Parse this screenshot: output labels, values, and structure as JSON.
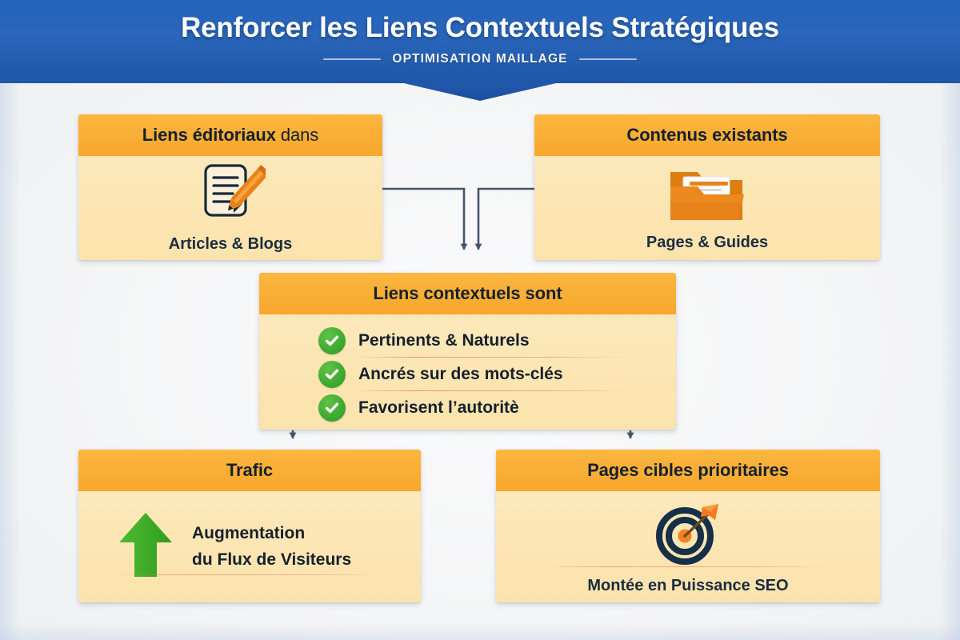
{
  "header": {
    "title": "Renforcer les Liens Contextuels Stratégiques",
    "subtitle": "OPTIMISATION MAILLAGE",
    "bg_color": "#2463ba",
    "text_color": "#ffffff"
  },
  "theme": {
    "card_header_color": "#f8ad33",
    "card_body_color": "#fce6b4",
    "connector_color": "#46556b",
    "check_color": "#3faa31",
    "accent_orange": "#e8821a",
    "page_bg": "#f4f5f6"
  },
  "nodes": {
    "editorial": {
      "title_strong": "Liens éditoriaux",
      "title_thin": "dans",
      "caption": "Articles & Blogs",
      "icon": "document-pencil-icon"
    },
    "existing": {
      "title": "Contenus existants",
      "caption": "Pages & Guides",
      "icon": "folder-open-icon"
    },
    "central": {
      "title": "Liens contextuels sont",
      "items": [
        {
          "label": "Pertinents & Naturels",
          "icon": "check-circle-icon"
        },
        {
          "label": "Ancrés sur des mots-clés",
          "icon": "check-circle-icon"
        },
        {
          "label": "Favorisent l’autoritè",
          "icon": "check-circle-icon"
        }
      ]
    },
    "traffic": {
      "title": "Trafic",
      "line1": "Augmentation",
      "line2": "du Flux de Visiteurs",
      "icon": "green-up-arrow-icon"
    },
    "target": {
      "title": "Pages cibles prioritaires",
      "caption": "Montée en Puissance SEO",
      "icon": "target-dart-icon"
    }
  }
}
